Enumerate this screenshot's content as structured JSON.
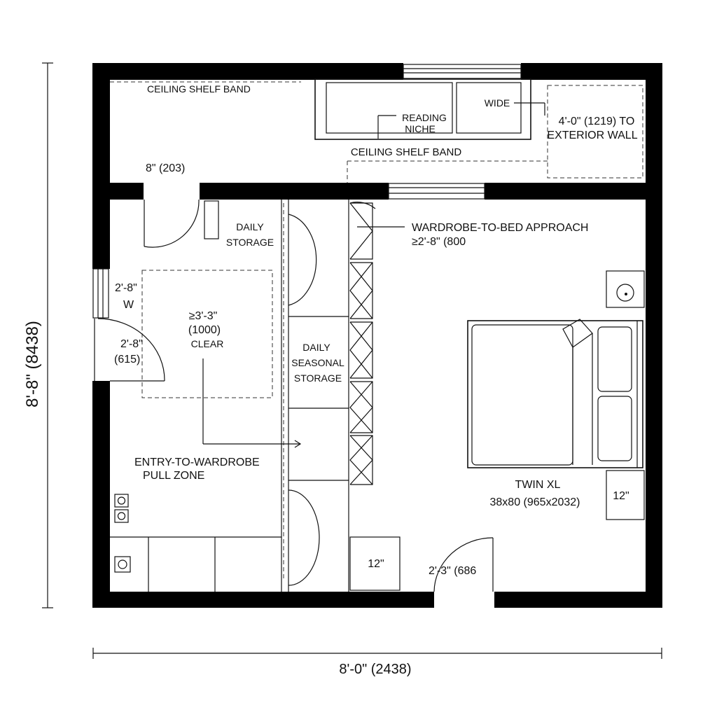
{
  "labels": {
    "ceiling_shelf_band_top": "CEILING SHELF BAND",
    "reading": "READING",
    "niche": "NICHE",
    "wide": "WIDE",
    "ext_dim_line1": "4'-0\" (1219) TO",
    "ext_dim_line2": "EXTERIOR WALL",
    "ceiling_shelf_band_mid": "CEILING SHELF BAND",
    "door_8in": "8\" (203)",
    "daily": "DAILY",
    "storage": "STORAGE",
    "approach": "WARDROBE-TO-BED APPROACH",
    "approach_dim": "≥2'-8\" (800",
    "w_2_8": "2'-8\"",
    "w_letter": "W",
    "clear_1": "≥3'-3\"",
    "clear_2": "(1000)",
    "clear_3": "CLEAR",
    "door_2_8": "2'-8\"",
    "door_615": "(615)",
    "daily2": "DAILY",
    "seasonal": "SEASONAL",
    "storage2": "STORAGE",
    "pull_1": "ENTRY-TO-WARDROBE",
    "pull_2": "PULL ZONE",
    "bed_1": "TWIN XL",
    "bed_2": "38x80 (965x2032)",
    "nightstand": "12\"",
    "cube": "12\"",
    "entry_door": "2'-3\" (686"
  },
  "dimensions": {
    "height": "8'-8\" (8438)",
    "width": "8'-0\" (2438)"
  }
}
